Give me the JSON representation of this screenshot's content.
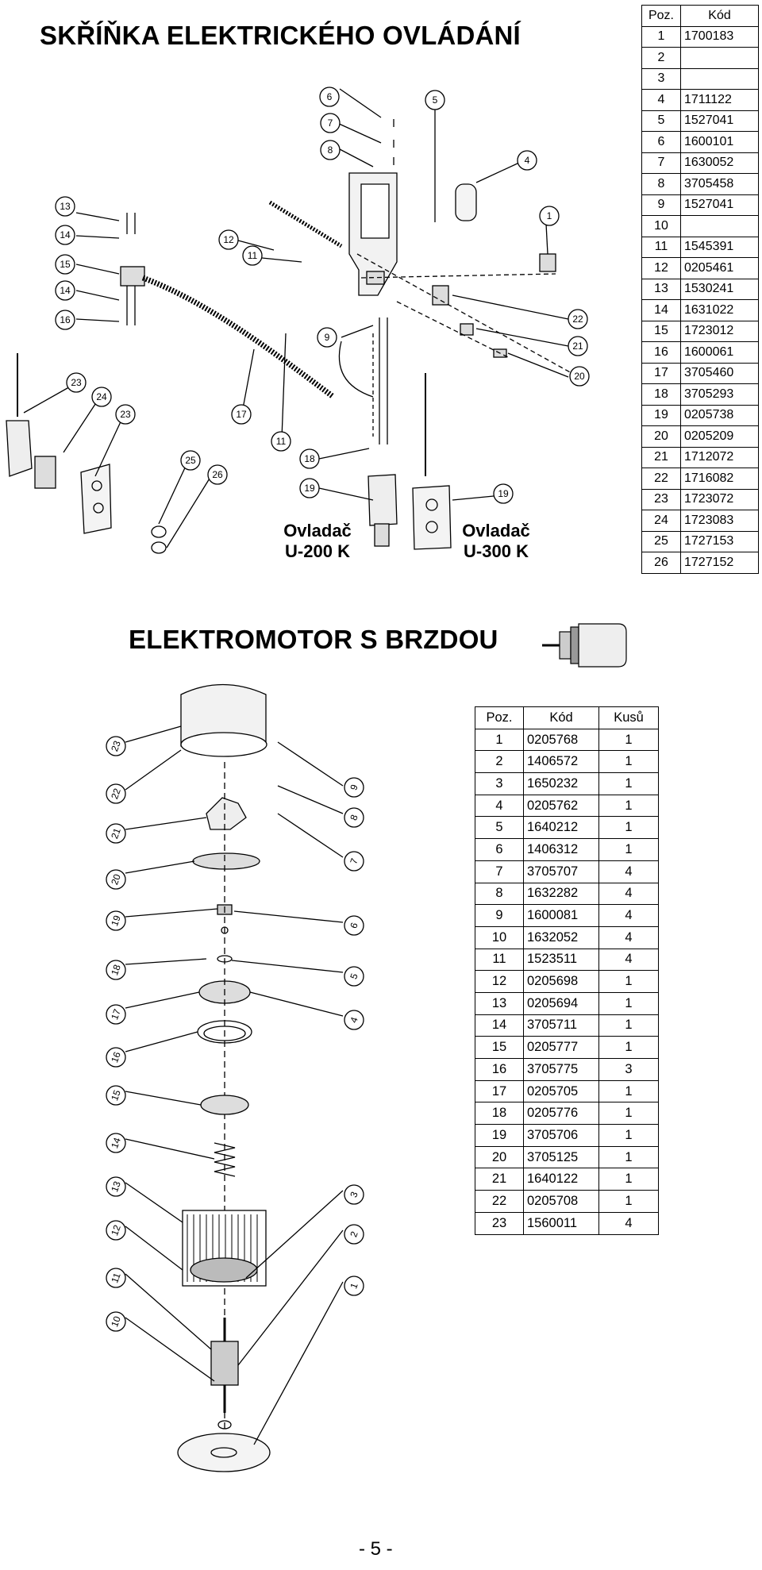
{
  "section1": {
    "title": "SKŘÍŇKA ELEKTRICKÉHO OVLÁDÁNÍ",
    "controller_left": {
      "line1": "Ovladač",
      "line2": "U-200 K"
    },
    "controller_right": {
      "line1": "Ovladač",
      "line2": "U-300 K"
    },
    "table": {
      "headers": [
        "Poz.",
        "Kód"
      ],
      "rows": [
        [
          "1",
          "1700183"
        ],
        [
          "2",
          ""
        ],
        [
          "3",
          ""
        ],
        [
          "4",
          "1711122"
        ],
        [
          "5",
          "1527041"
        ],
        [
          "6",
          "1600101"
        ],
        [
          "7",
          "1630052"
        ],
        [
          "8",
          "3705458"
        ],
        [
          "9",
          "1527041"
        ],
        [
          "10",
          ""
        ],
        [
          "11",
          "1545391"
        ],
        [
          "12",
          "0205461"
        ],
        [
          "13",
          "1530241"
        ],
        [
          "14",
          "1631022"
        ],
        [
          "15",
          "1723012"
        ],
        [
          "16",
          "1600061"
        ],
        [
          "17",
          "3705460"
        ],
        [
          "18",
          "3705293"
        ],
        [
          "19",
          "0205738"
        ],
        [
          "20",
          "0205209"
        ],
        [
          "21",
          "1712072"
        ],
        [
          "22",
          "1716082"
        ],
        [
          "23",
          "1723072"
        ],
        [
          "24",
          "1723083"
        ],
        [
          "25",
          "1727153"
        ],
        [
          "26",
          "1727152"
        ]
      ]
    },
    "callouts": [
      "6",
      "5",
      "7",
      "8",
      "4",
      "13",
      "1",
      "12",
      "14",
      "11",
      "15",
      "14",
      "16",
      "22",
      "9",
      "21",
      "23",
      "20",
      "24",
      "23",
      "17",
      "11",
      "18",
      "25",
      "26",
      "19",
      "19"
    ]
  },
  "section2": {
    "title": "ELEKTROMOTOR S BRZDOU",
    "table": {
      "headers": [
        "Poz.",
        "Kód",
        "Kusů"
      ],
      "rows": [
        [
          "1",
          "0205768",
          "1"
        ],
        [
          "2",
          "1406572",
          "1"
        ],
        [
          "3",
          "1650232",
          "1"
        ],
        [
          "4",
          "0205762",
          "1"
        ],
        [
          "5",
          "1640212",
          "1"
        ],
        [
          "6",
          "1406312",
          "1"
        ],
        [
          "7",
          "3705707",
          "4"
        ],
        [
          "8",
          "1632282",
          "4"
        ],
        [
          "9",
          "1600081",
          "4"
        ],
        [
          "10",
          "1632052",
          "4"
        ],
        [
          "11",
          "1523511",
          "4"
        ],
        [
          "12",
          "0205698",
          "1"
        ],
        [
          "13",
          "0205694",
          "1"
        ],
        [
          "14",
          "3705711",
          "1"
        ],
        [
          "15",
          "0205777",
          "1"
        ],
        [
          "16",
          "3705775",
          "3"
        ],
        [
          "17",
          "0205705",
          "1"
        ],
        [
          "18",
          "0205776",
          "1"
        ],
        [
          "19",
          "3705706",
          "1"
        ],
        [
          "20",
          "3705125",
          "1"
        ],
        [
          "21",
          "1640122",
          "1"
        ],
        [
          "22",
          "0205708",
          "1"
        ],
        [
          "23",
          "1560011",
          "4"
        ]
      ]
    },
    "callouts_left": [
      "23",
      "22",
      "21",
      "20",
      "19",
      "18",
      "17",
      "16",
      "15",
      "14",
      "13",
      "12",
      "11",
      "10"
    ],
    "callouts_right": [
      "9",
      "8",
      "7",
      "6",
      "5",
      "4",
      "3",
      "2",
      "1"
    ]
  },
  "footer": {
    "page_number": "- 5 -"
  }
}
